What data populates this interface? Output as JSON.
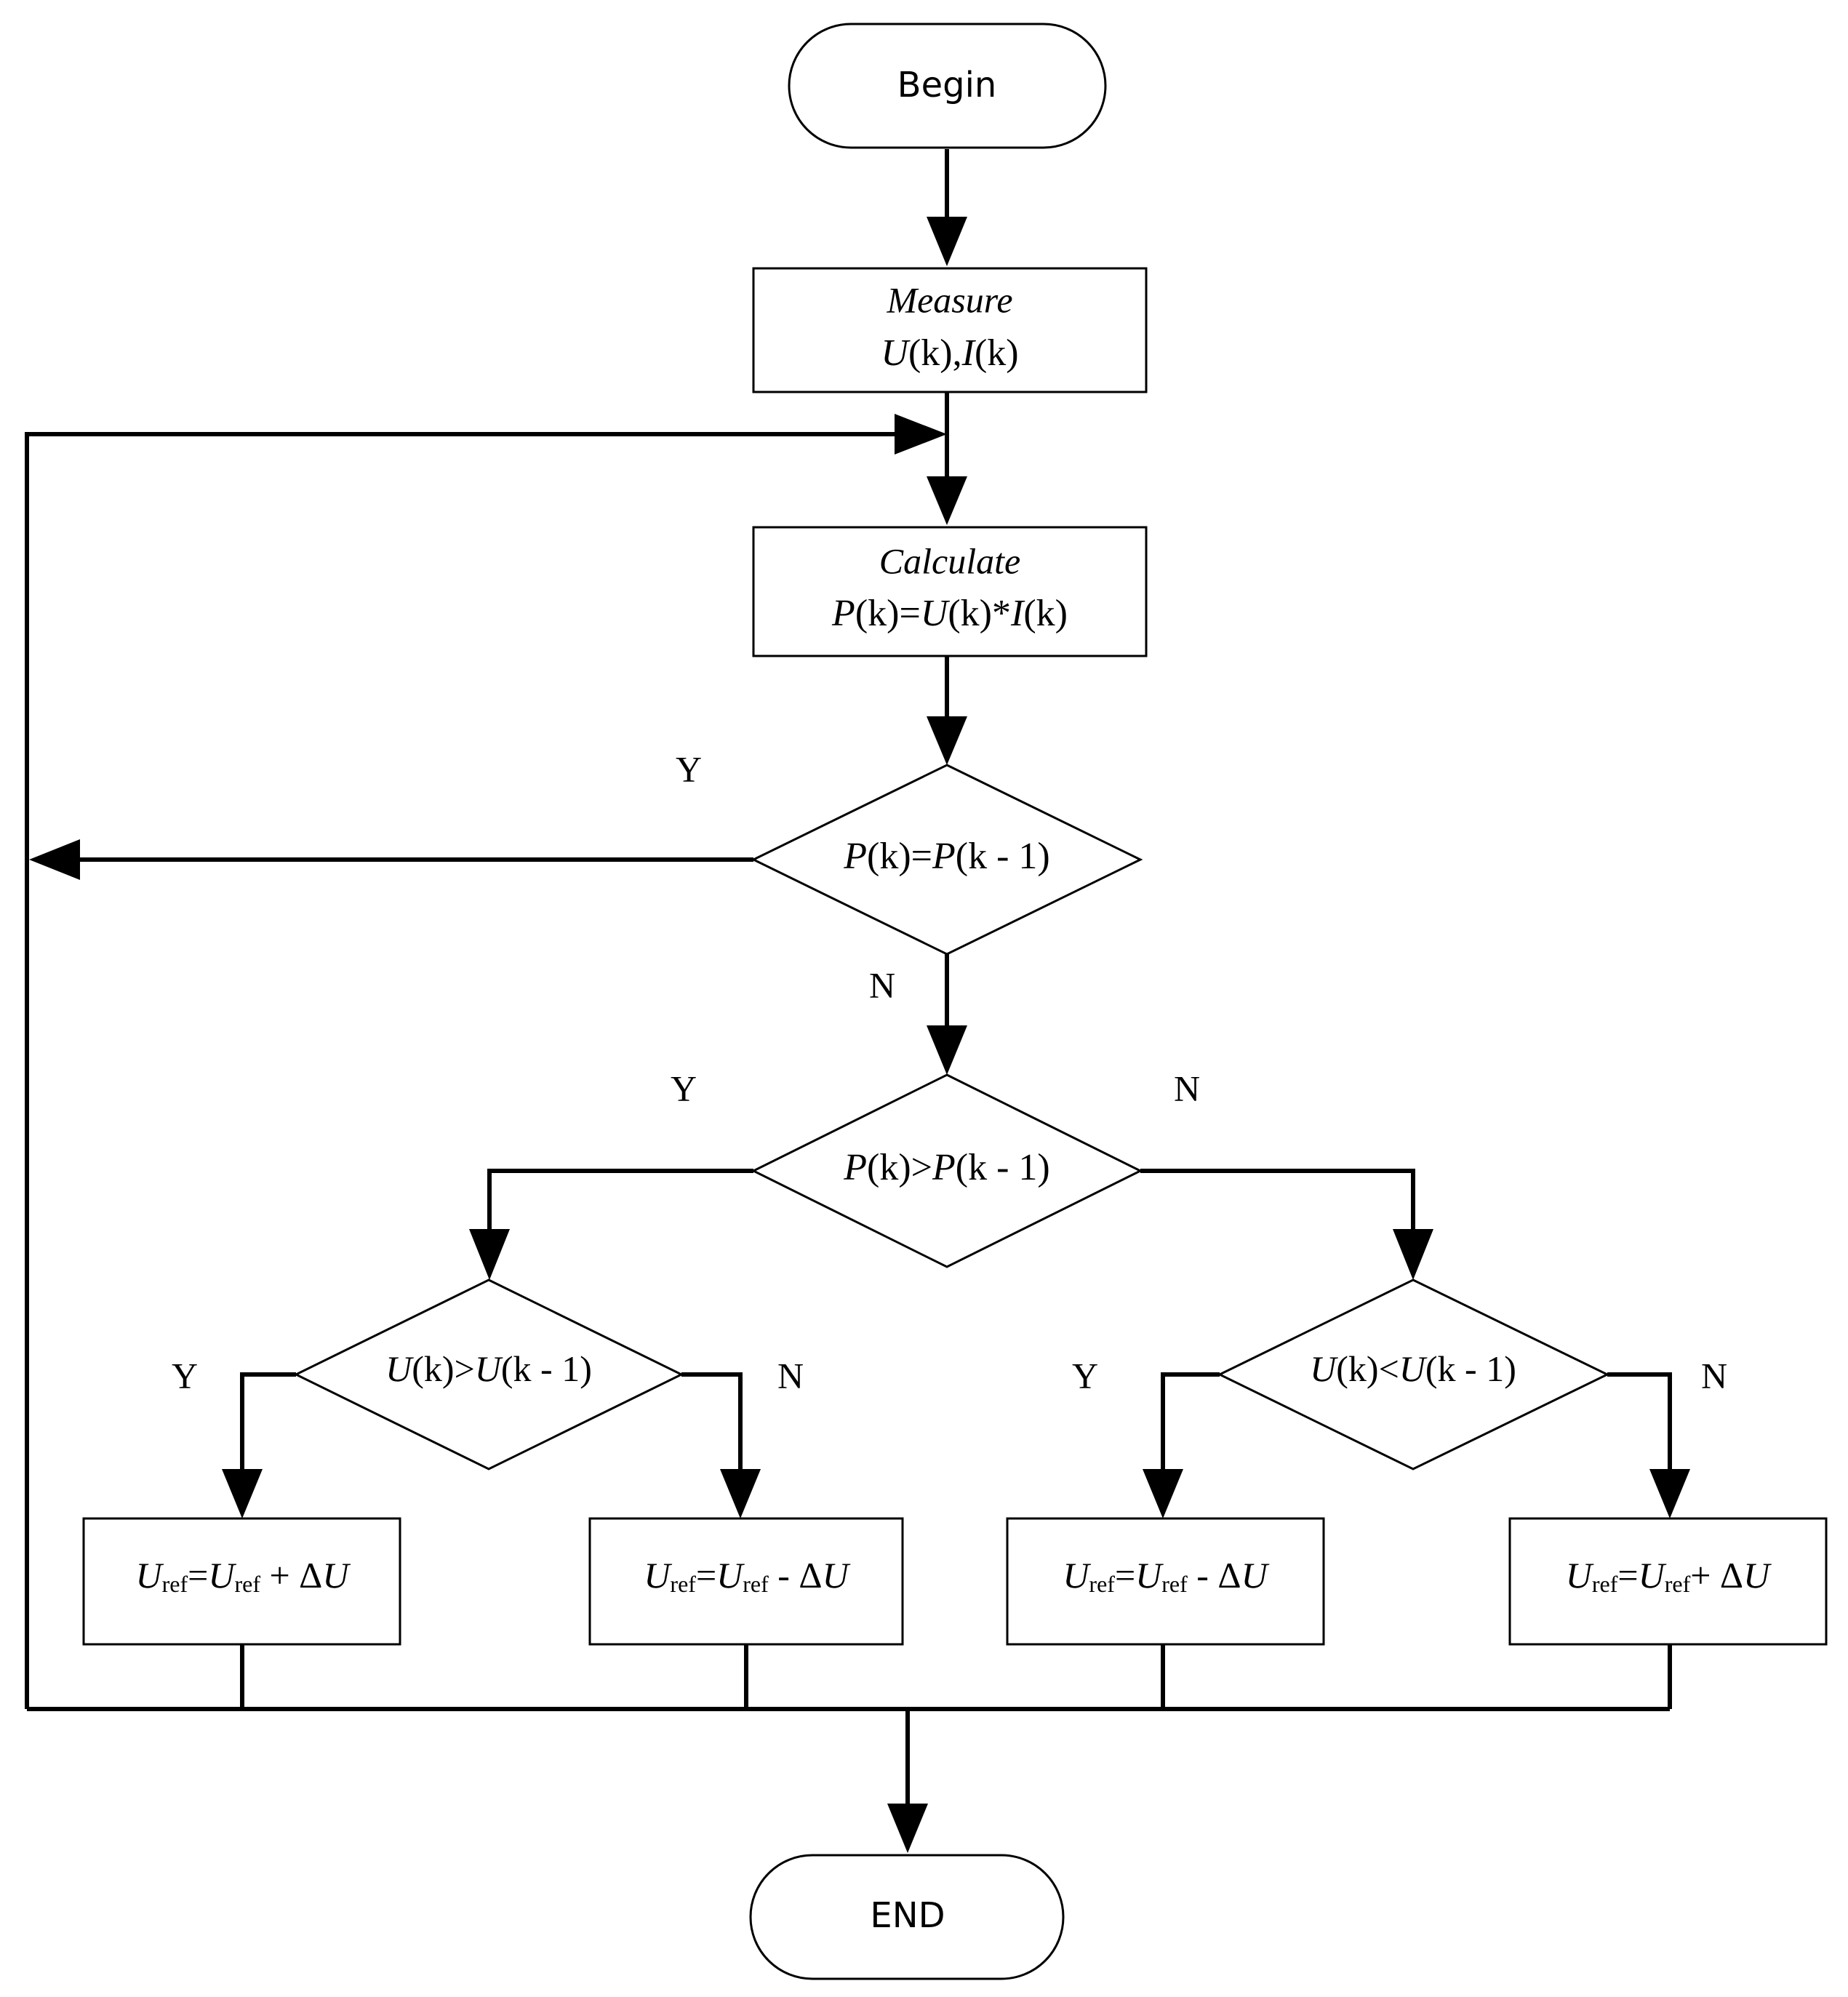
{
  "terminals": {
    "begin": "Begin",
    "end": "END"
  },
  "measure": {
    "line1": "Measure",
    "u_sym": "U",
    "u_arg": "(k),",
    "i_sym": "I",
    "i_arg": "(k)"
  },
  "calculate": {
    "line1": "Calculate",
    "p_sym": "P",
    "p_arg": "(k)=",
    "u_sym": "U",
    "u_arg": "(k)*",
    "i_sym": "I",
    "i_arg": "(k)"
  },
  "decision_p_equal": {
    "lhs_sym": "P",
    "lhs_arg": "(k)=",
    "rhs_sym": "P",
    "rhs_arg": "(k - 1)",
    "yes_label": "Y",
    "no_label": "N"
  },
  "decision_p_greater": {
    "lhs_sym": "P",
    "lhs_arg": "(k)",
    "op": ">",
    "rhs_sym": "P",
    "rhs_arg": "(k - 1)",
    "yes_label": "Y",
    "no_label": "N"
  },
  "decision_u_greater": {
    "lhs_sym": "U",
    "lhs_arg": "(k)",
    "op": ">",
    "rhs_sym": "U",
    "rhs_arg": "(k - 1)",
    "yes_label": "Y",
    "no_label": "N"
  },
  "decision_u_less": {
    "lhs_sym": "U",
    "lhs_arg": "(k)",
    "op": "<",
    "rhs_sym": "U",
    "rhs_arg": "(k - 1)",
    "yes_label": "Y",
    "no_label": "N"
  },
  "updates": [
    {
      "sym": "U",
      "sub": "ref",
      "eq": "=",
      "sym2": "U",
      "sub2": "ref",
      "op": " + Δ",
      "tail": "U"
    },
    {
      "sym": "U",
      "sub": "ref",
      "eq": "=",
      "sym2": "U",
      "sub2": "ref",
      "op": " - Δ",
      "tail": "U"
    },
    {
      "sym": "U",
      "sub": "ref",
      "eq": "=",
      "sym2": "U",
      "sub2": "ref",
      "op": " - Δ",
      "tail": "U"
    },
    {
      "sym": "U",
      "sub": "ref",
      "eq": "=",
      "sym2": "U",
      "sub2": "ref",
      "op": "+ Δ",
      "tail": "U"
    }
  ]
}
